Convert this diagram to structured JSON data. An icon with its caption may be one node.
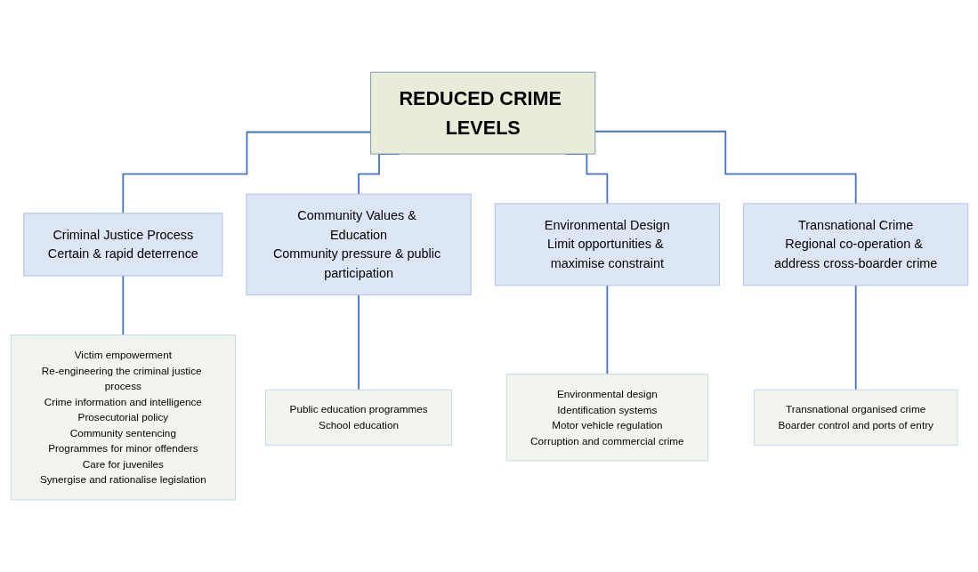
{
  "diagram": {
    "nodes": [
      {
        "text": [
          "REDUCED CRIME LEVELS"
        ]
      },
      {
        "text": [
          "Criminal Justice Process",
          "Certain & rapid deterrence"
        ]
      },
      {
        "text": [
          "Community Values & Education",
          "Community pressure & public participation"
        ]
      },
      {
        "text": [
          "Environmental Design",
          "Limit opportunities & maximise constraint"
        ]
      },
      {
        "text": [
          "Transnational Crime",
          "Regional co-operation & address cross-boarder crime"
        ]
      },
      {
        "text": [
          "Victim empowerment",
          "Re-engineering the criminal justice process",
          "Crime information and intelligence",
          "Prosecutorial policy",
          "Community sentencing",
          "Programmes for minor offenders",
          "Care for juveniles",
          "Synergise and rationalise legislation"
        ]
      },
      {
        "text": [
          "Public education programmes",
          "School education"
        ]
      },
      {
        "text": [
          "Environmental design",
          "Identification systems",
          "Motor vehicle regulation",
          "Corruption and commercial crime"
        ]
      },
      {
        "text": [
          "Transnational organised crime",
          "Boarder control and ports of entry"
        ]
      }
    ],
    "edges": [
      {
        "from": 0,
        "to": 1,
        "arrow": "none"
      },
      {
        "from": 0,
        "to": 2,
        "arrow": "none"
      },
      {
        "from": 0,
        "to": 3,
        "arrow": "none"
      },
      {
        "from": 0,
        "to": 4,
        "arrow": "none"
      },
      {
        "from": 1,
        "to": 5,
        "arrow": "none"
      },
      {
        "from": 2,
        "to": 6,
        "arrow": "none"
      },
      {
        "from": 3,
        "to": 7,
        "arrow": "none"
      },
      {
        "from": 4,
        "to": 8,
        "arrow": "none"
      }
    ]
  }
}
